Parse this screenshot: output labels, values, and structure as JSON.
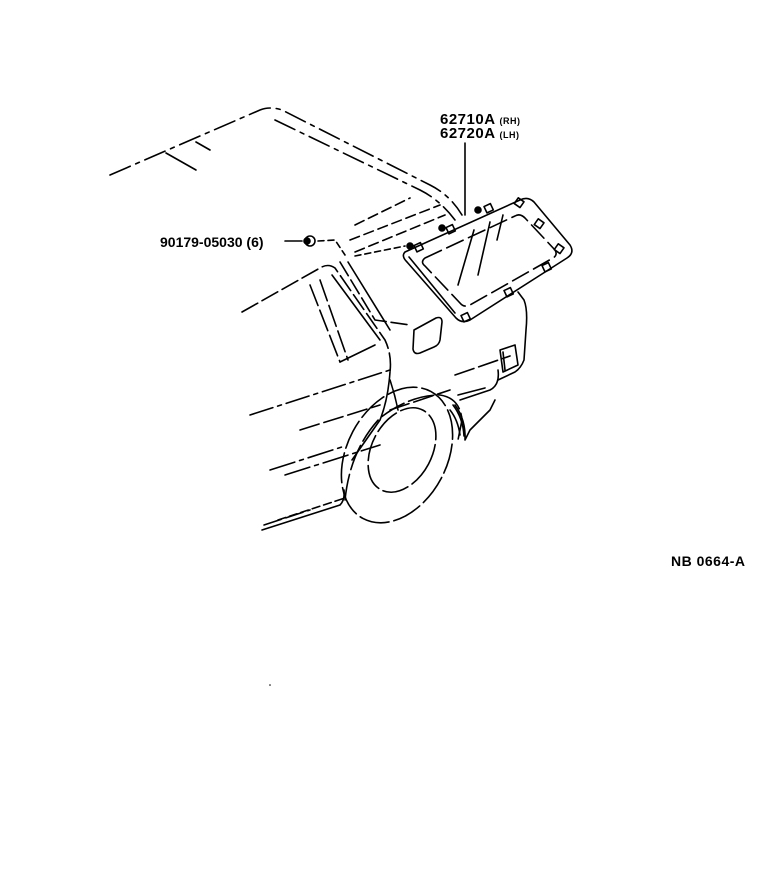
{
  "diagram": {
    "type": "parts-exploded-view",
    "subject": "Rear quarter window glass (side window) of station wagon",
    "figure_code": "NB 0664-A",
    "callouts": [
      {
        "part_number": "62710A",
        "side": "(RH)"
      },
      {
        "part_number": "62720A",
        "side": "(LH)"
      },
      {
        "part_number": "90179-05030",
        "quantity": "(6)"
      }
    ]
  },
  "labels": {
    "part_rh": "62710A",
    "part_rh_side": "(RH)",
    "part_lh": "62720A",
    "part_lh_side": "(LH)",
    "clip_part": "90179-05030 (6)",
    "figure_code": "NB 0664-A"
  },
  "colors": {
    "line": "#000000",
    "background": "#ffffff"
  }
}
